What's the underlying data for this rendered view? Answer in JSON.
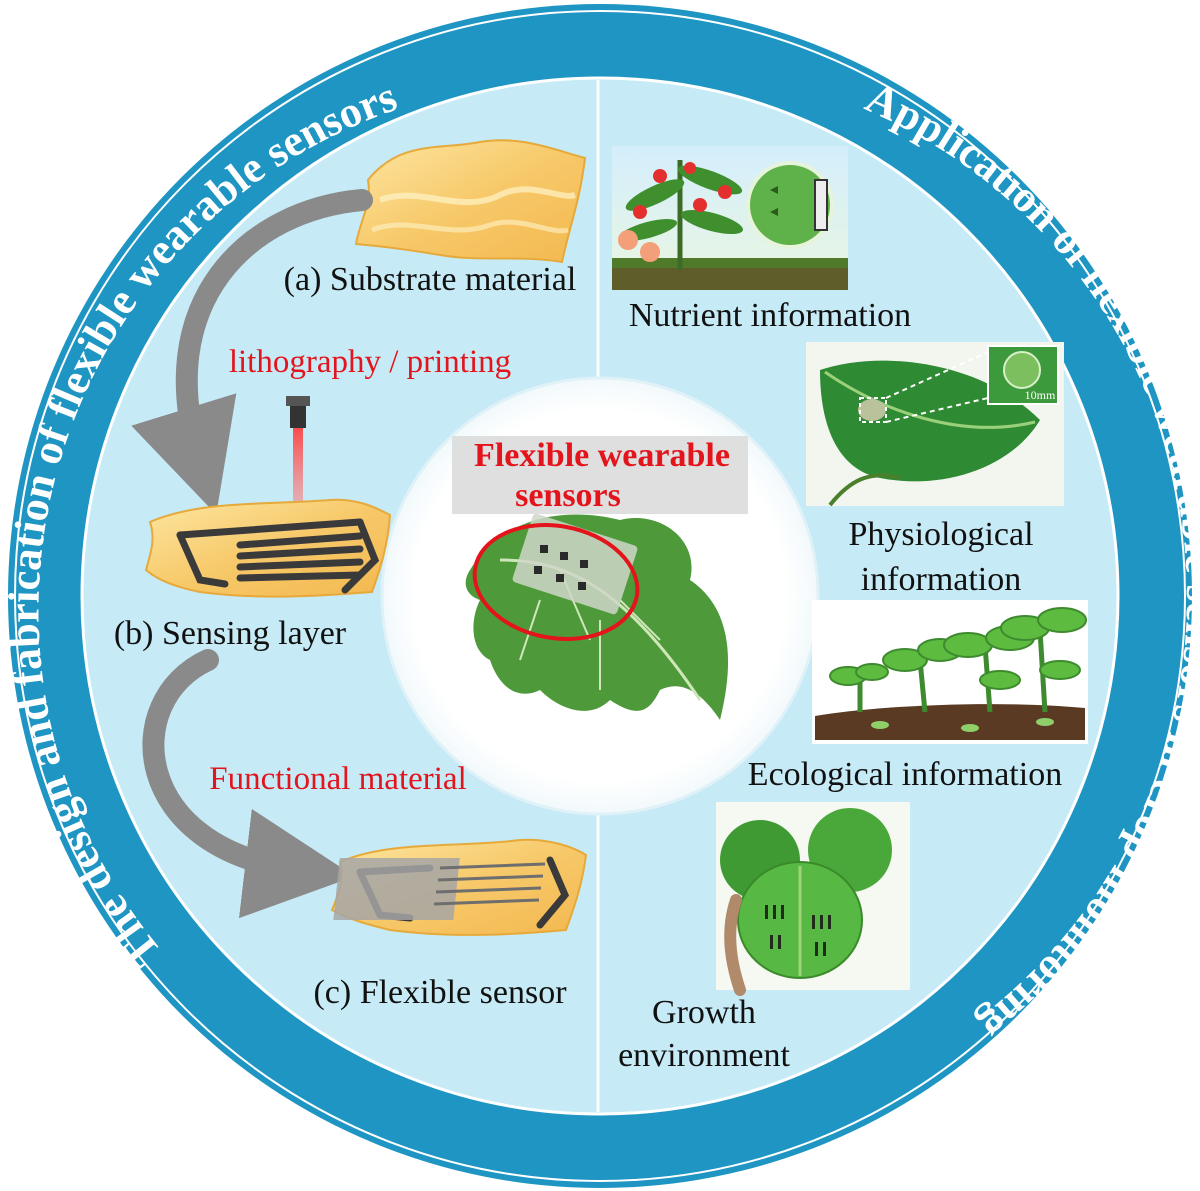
{
  "ring": {
    "left_title": "The design and fabrication of flexible wearable sensors",
    "right_title": "Application of flexible wearable sensors in crop monitoring"
  },
  "fabrication": {
    "step_a": "(a) Substrate material",
    "process_1": "lithography / printing",
    "step_b": "(b) Sensing layer",
    "process_2": "Functional material",
    "step_c": "(c) Flexible sensor"
  },
  "center": {
    "title_line1": "Flexible wearable",
    "title_line2": "sensors"
  },
  "applications": {
    "nutrient": "Nutrient information",
    "physiological_1": "Physiological",
    "physiological_2": "information",
    "scale_label": "10mm",
    "ecological": "Ecological information",
    "growth_1": "Growth",
    "growth_2": "environment"
  },
  "colors": {
    "ring": "#1e95c2",
    "inner": "#c6ebf7",
    "accent_red": "#e3141b",
    "arrow": "#8a8a8a"
  }
}
